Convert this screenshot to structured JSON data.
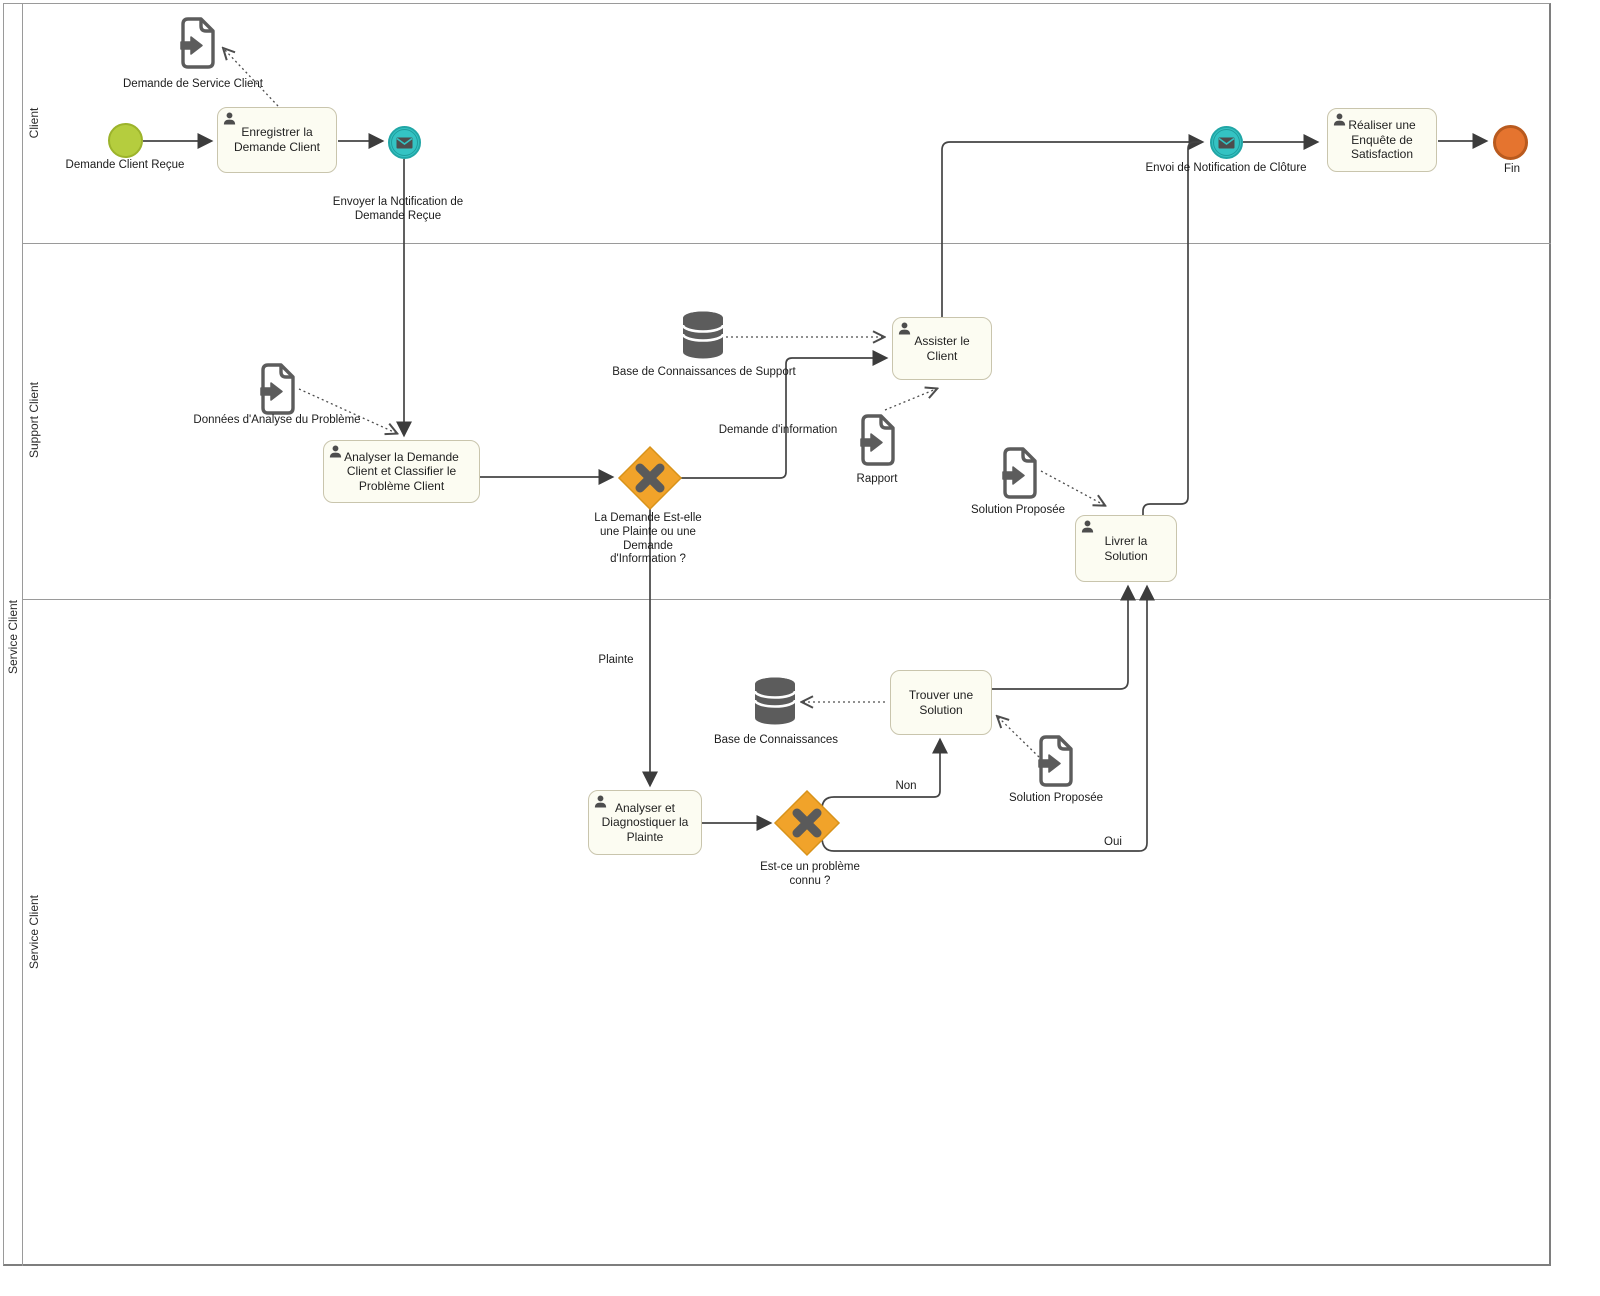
{
  "pool": {
    "label": "Service Client"
  },
  "lanes": {
    "client": "Client",
    "support": "Support Client",
    "service": "Service Client"
  },
  "nodes": {
    "start": {
      "type": "start-event",
      "label": "Demande Client Reçue"
    },
    "demande_service_doc": {
      "type": "data-object",
      "label": "Demande de Service Client"
    },
    "enregistrer": {
      "type": "user-task",
      "label": "Enregistrer la Demande Client"
    },
    "notif_recue": {
      "type": "message-intermediate-event",
      "label": "Envoyer la Notification de Demande Reçue"
    },
    "notif_cloture": {
      "type": "message-intermediate-event",
      "label": "Envoi de Notification de Clôture"
    },
    "enquete": {
      "type": "user-task",
      "label": "Réaliser une Enquête de Satisfaction"
    },
    "fin": {
      "type": "end-event",
      "label": "Fin"
    },
    "donnees_analyse_doc": {
      "type": "data-object",
      "label": "Données d'Analyse du Problème"
    },
    "analyser_demande": {
      "type": "user-task",
      "label": "Analyser la Demande Client et Classifier le Problème Client"
    },
    "gw_type_demande": {
      "type": "exclusive-gateway",
      "label": "La Demande Est-elle une Plainte ou une Demande d'Information ?"
    },
    "kb_support": {
      "type": "data-store",
      "label": "Base de Connaissances de Support"
    },
    "assister": {
      "type": "user-task",
      "label": "Assister le Client"
    },
    "rapport_doc": {
      "type": "data-object",
      "label": "Rapport"
    },
    "solution_proposee_1": {
      "type": "data-object",
      "label": "Solution Proposée"
    },
    "livrer": {
      "type": "user-task",
      "label": "Livrer la Solution"
    },
    "diagnostiquer": {
      "type": "user-task",
      "label": "Analyser et Diagnostiquer la Plainte"
    },
    "gw_probleme_connu": {
      "type": "exclusive-gateway",
      "label": "Est-ce un problème connu ?"
    },
    "kb": {
      "type": "data-store",
      "label": "Base de Connaissances"
    },
    "trouver": {
      "type": "task",
      "label": "Trouver une Solution"
    },
    "solution_proposee_2": {
      "type": "data-object",
      "label": "Solution Proposée"
    }
  },
  "edge_labels": {
    "demande_info": "Demande d'information",
    "plainte": "Plainte",
    "non": "Non",
    "oui": "Oui"
  },
  "colors": {
    "start_event_fill": "#b5cd3e",
    "message_event_fill": "#34c3c3",
    "end_event_fill": "#e5742f",
    "gateway_fill": "#f1a32a",
    "task_fill": "#fcfcf2",
    "icon_gray": "#5c5c5c",
    "connector": "#444444"
  }
}
